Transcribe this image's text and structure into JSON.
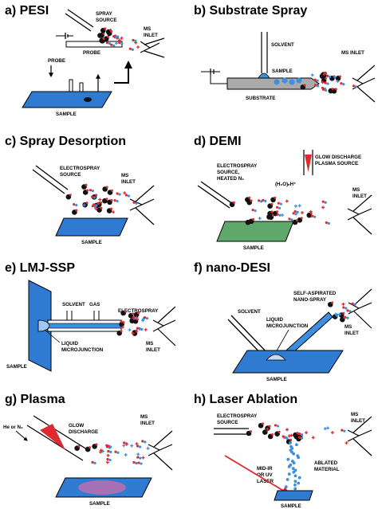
{
  "panels": {
    "a": {
      "title": "a) PESI",
      "spray_source": [
        "SPRAY",
        "SOURCE"
      ],
      "ms_inlet": [
        "MS",
        "INLET"
      ],
      "probe_top": "PROBE",
      "probe_left": "PROBE",
      "sample": "SAMPLE"
    },
    "b": {
      "title": "b) Substrate Spray",
      "solvent": "SOLVENT",
      "sample": "SAMPLE",
      "substrate": "SUBSTRATE",
      "ms_inlet": "MS INLET"
    },
    "c": {
      "title": "c) Spray Desorption",
      "source": [
        "ELECTROSPRAY",
        "SOURCE"
      ],
      "ms_inlet": [
        "MS",
        "INLET"
      ],
      "sample": "SAMPLE"
    },
    "d": {
      "title": "d) DEMI",
      "glow": [
        "GLOW DISCHARGE",
        "PLASMA SOURCE"
      ],
      "source": [
        "ELECTROSPRAY",
        "SOURCE,",
        "HEATED N₂"
      ],
      "water": "(H₂O)ₙH⁺",
      "ms_inlet": [
        "MS",
        "INLET"
      ],
      "sample": "SAMPLE"
    },
    "e": {
      "title": "e) LMJ-SSP",
      "solvent": "SOLVENT",
      "gas": "GAS",
      "electrospray": "ELECTROSPRAY",
      "liquid": [
        "LIQUID",
        "MICROJUNCTION"
      ],
      "ms_inlet": [
        "MS",
        "INLET"
      ],
      "sample": "SAMPLE"
    },
    "f": {
      "title": "f) nano-DESI",
      "nanospray": [
        "SELF-ASPIRATED",
        "NANO-SPRAY"
      ],
      "solvent": "SOLVENT",
      "liquid": [
        "LIQUID",
        "MICROJUNCTION"
      ],
      "ms_inlet": [
        "MS",
        "INLET"
      ],
      "sample": "SAMPLE"
    },
    "g": {
      "title": "g) Plasma",
      "gas": "He or N₂",
      "glow": [
        "GLOW",
        "DISCHARGE"
      ],
      "ms_inlet": [
        "MS",
        "INLET"
      ],
      "sample": "SAMPLE"
    },
    "h": {
      "title": "h) Laser Ablation",
      "source": [
        "ELECTROSPRAY",
        "SOURCE"
      ],
      "ms_inlet": [
        "MS",
        "INLET"
      ],
      "ablated": [
        "ABLATED",
        "MATERIAL"
      ],
      "laser": [
        "MID-IR",
        "OR UV",
        "LASER"
      ],
      "sample": "SAMPLE"
    }
  },
  "colors": {
    "sample_blue": "#2e7bd1",
    "sample_green": "#5fa86b",
    "ion_black": "#111111",
    "ion_red": "#e0292f",
    "ion_blue": "#3b8fe0",
    "laser_red": "#e0292f"
  }
}
